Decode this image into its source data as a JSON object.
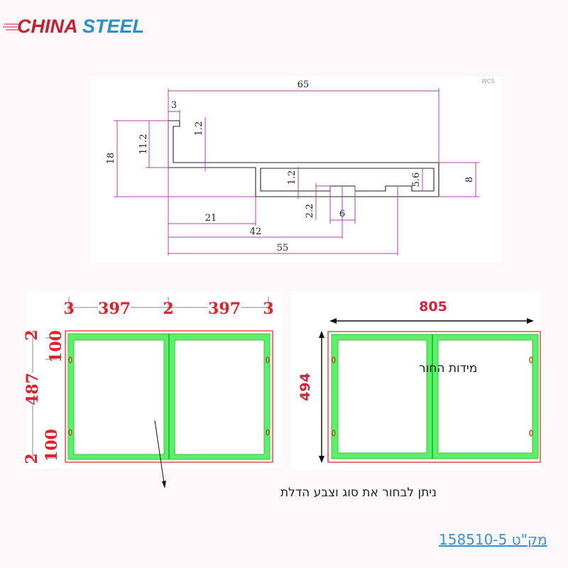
{
  "logo": {
    "word1": "CHINA",
    "word2": "STEEL",
    "color1": "#c4202f",
    "color2": "#2a8fd0"
  },
  "profile": {
    "marker": "WCS",
    "dims": {
      "d65": "65",
      "d3": "3",
      "d1_2a": "1.2",
      "d11_2": "11.2",
      "d18": "18",
      "d1_2b": "1.2",
      "d5_6": "5.6",
      "d8": "8",
      "d2_2": "2.2",
      "d6": "6",
      "d21": "21",
      "d42": "42",
      "d55": "55"
    }
  },
  "door_view": {
    "top_dims": [
      "3",
      "397",
      "2",
      "397",
      "3"
    ],
    "side_dims": {
      "top": "2",
      "upper": "100",
      "middle": "487",
      "lower": "100",
      "bottom": "2"
    },
    "caption": "ניתן לבחור  את סוג וצבע הדלת"
  },
  "hole_view": {
    "width": "805",
    "height": "494",
    "label": "מידות החור",
    "arrow_icon": "double-arrow-icon"
  },
  "sku_link": "מק\"ט 158510-5",
  "colors": {
    "frame_green": "#5cf06a",
    "outline_red": "#e05050",
    "dim_magenta": "#b040b0",
    "dim_red": "#e0202a"
  }
}
